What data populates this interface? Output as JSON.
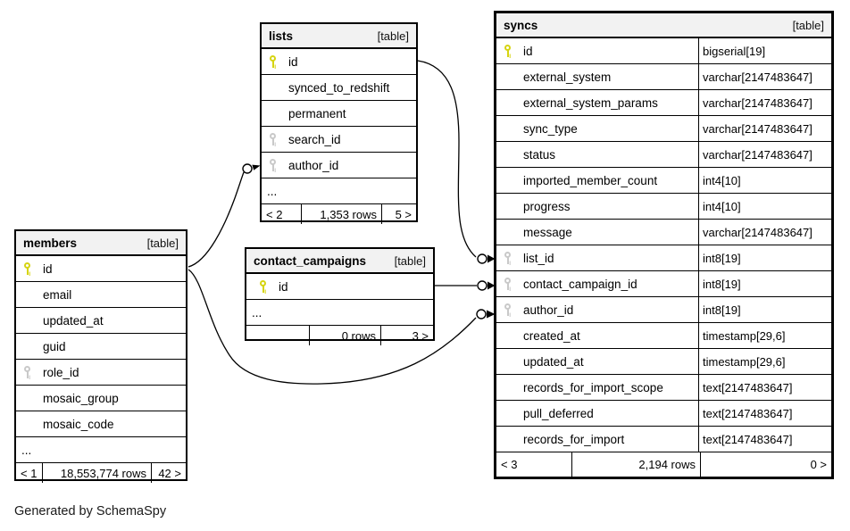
{
  "diagram": {
    "credit": "Generated by SchemaSpy",
    "colors": {
      "primary_key": "#d6d411",
      "foreign_key": "#c9c9c9",
      "header_bg": "#f2f2f2",
      "border": "#000000"
    }
  },
  "tables": {
    "lists": {
      "title": "lists",
      "tag": "[table]",
      "columns": [
        {
          "key": "pk",
          "name": "id"
        },
        {
          "key": "none",
          "name": "synced_to_redshift"
        },
        {
          "key": "none",
          "name": "permanent"
        },
        {
          "key": "fk",
          "name": "search_id"
        },
        {
          "key": "fk",
          "name": "author_id"
        },
        {
          "key": "ellipsis",
          "name": "..."
        }
      ],
      "footer": {
        "left": "< 2",
        "middle": "1,353 rows",
        "right": "5 >"
      }
    },
    "members": {
      "title": "members",
      "tag": "[table]",
      "columns": [
        {
          "key": "pk",
          "name": "id"
        },
        {
          "key": "none",
          "name": "email"
        },
        {
          "key": "none",
          "name": "updated_at"
        },
        {
          "key": "none",
          "name": "guid"
        },
        {
          "key": "fk",
          "name": "role_id"
        },
        {
          "key": "none",
          "name": "mosaic_group"
        },
        {
          "key": "none",
          "name": "mosaic_code"
        },
        {
          "key": "ellipsis",
          "name": "..."
        }
      ],
      "footer": {
        "left": "< 1",
        "middle": "18,553,774 rows",
        "right": "42 >"
      }
    },
    "contact_campaigns": {
      "title": "contact_campaigns",
      "tag": "[table]",
      "columns": [
        {
          "key": "pk",
          "name": "id"
        },
        {
          "key": "ellipsis",
          "name": "..."
        }
      ],
      "footer": {
        "left": "",
        "middle": "0 rows",
        "right": "3 >"
      }
    },
    "syncs": {
      "title": "syncs",
      "tag": "[table]",
      "columns": [
        {
          "key": "pk",
          "name": "id",
          "type": "bigserial[19]"
        },
        {
          "key": "none",
          "name": "external_system",
          "type": "varchar[2147483647]"
        },
        {
          "key": "none",
          "name": "external_system_params",
          "type": "varchar[2147483647]"
        },
        {
          "key": "none",
          "name": "sync_type",
          "type": "varchar[2147483647]"
        },
        {
          "key": "none",
          "name": "status",
          "type": "varchar[2147483647]"
        },
        {
          "key": "none",
          "name": "imported_member_count",
          "type": "int4[10]"
        },
        {
          "key": "none",
          "name": "progress",
          "type": "int4[10]"
        },
        {
          "key": "none",
          "name": "message",
          "type": "varchar[2147483647]"
        },
        {
          "key": "fk",
          "name": "list_id",
          "type": "int8[19]"
        },
        {
          "key": "fk",
          "name": "contact_campaign_id",
          "type": "int8[19]"
        },
        {
          "key": "fk",
          "name": "author_id",
          "type": "int8[19]"
        },
        {
          "key": "none",
          "name": "created_at",
          "type": "timestamp[29,6]"
        },
        {
          "key": "none",
          "name": "updated_at",
          "type": "timestamp[29,6]"
        },
        {
          "key": "none",
          "name": "records_for_import_scope",
          "type": "text[2147483647]"
        },
        {
          "key": "none",
          "name": "pull_deferred",
          "type": "text[2147483647]"
        },
        {
          "key": "none",
          "name": "records_for_import",
          "type": "text[2147483647]"
        }
      ],
      "footer": {
        "left": "< 3",
        "middle": "2,194 rows",
        "right": "0 >"
      }
    }
  },
  "relationships": [
    {
      "from": "lists.id",
      "to": "syncs.list_id"
    },
    {
      "from": "contact_campaigns.id",
      "to": "syncs.contact_campaign_id"
    },
    {
      "from": "members.id",
      "to": "syncs.author_id"
    },
    {
      "from": "members.id",
      "to": "lists.author_id"
    }
  ]
}
